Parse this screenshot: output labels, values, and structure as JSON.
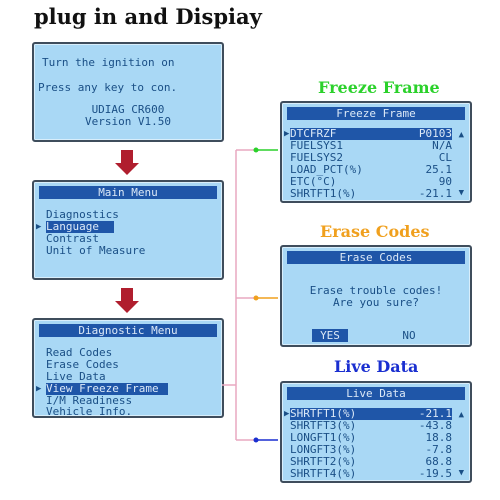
{
  "page_title": "plug in and Dispiay",
  "start_screen": {
    "lines": [
      "Turn the ignition on",
      "Press any key to con.",
      "UDIAG CR600",
      "Version V1.50"
    ]
  },
  "main_menu": {
    "title": "Main Menu",
    "items": [
      "Diagnostics",
      "Language",
      "Contrast",
      "Unit of Measure"
    ],
    "selected_index": 1
  },
  "diagnostic_menu": {
    "title": "Diagnostic Menu",
    "items": [
      "Read Codes",
      "Erase Codes",
      "Live Data",
      "View Freeze Frame",
      "I/M Readiness",
      "Vehicle Info."
    ],
    "selected_index": 3
  },
  "freeze_frame": {
    "section_label": "Freeze Frame",
    "section_color": "#2bd12b",
    "title": "Freeze Frame",
    "rows": [
      {
        "key": "DTCFRZF",
        "value": "P0103"
      },
      {
        "key": "FUELSYS1",
        "value": "N/A"
      },
      {
        "key": "FUELSYS2",
        "value": "CL"
      },
      {
        "key": "LOAD_PCT(%)",
        "value": "25.1"
      },
      {
        "key": "ETC(°C)",
        "value": "90"
      },
      {
        "key": "SHRTFT1(%)",
        "value": "-21.1"
      }
    ],
    "selected_index": 0
  },
  "erase_codes": {
    "section_label": "Erase Codes",
    "section_color": "#f0a01e",
    "title": "Erase Codes",
    "message_1": "Erase trouble codes!",
    "message_2": "Are you sure?",
    "yes_label": "YES",
    "no_label": "NO"
  },
  "live_data": {
    "section_label": "Live Data",
    "section_color": "#1a2fd0",
    "title": "Live Data",
    "rows": [
      {
        "key": "SHRTFT1(%)",
        "value": "-21.1"
      },
      {
        "key": "SHRTFT3(%)",
        "value": "-43.8"
      },
      {
        "key": "LONGFT1(%)",
        "value": "18.8"
      },
      {
        "key": "LONGFT3(%)",
        "value": "-7.8"
      },
      {
        "key": "SHRTFT2(%)",
        "value": "68.8"
      },
      {
        "key": "SHRTFT4(%)",
        "value": "-19.5"
      }
    ],
    "selected_index": 0
  },
  "icons": {
    "selector": "selector-caret-icon",
    "scroll_up": "scroll-up-icon",
    "scroll_down": "scroll-down-icon",
    "flow_arrow": "flow-down-arrow-icon"
  },
  "colors": {
    "lcd_background": "#a9d8f5",
    "lcd_text": "#1a4f86",
    "highlight": "#1f56a8",
    "arrow": "#b01e2e"
  }
}
